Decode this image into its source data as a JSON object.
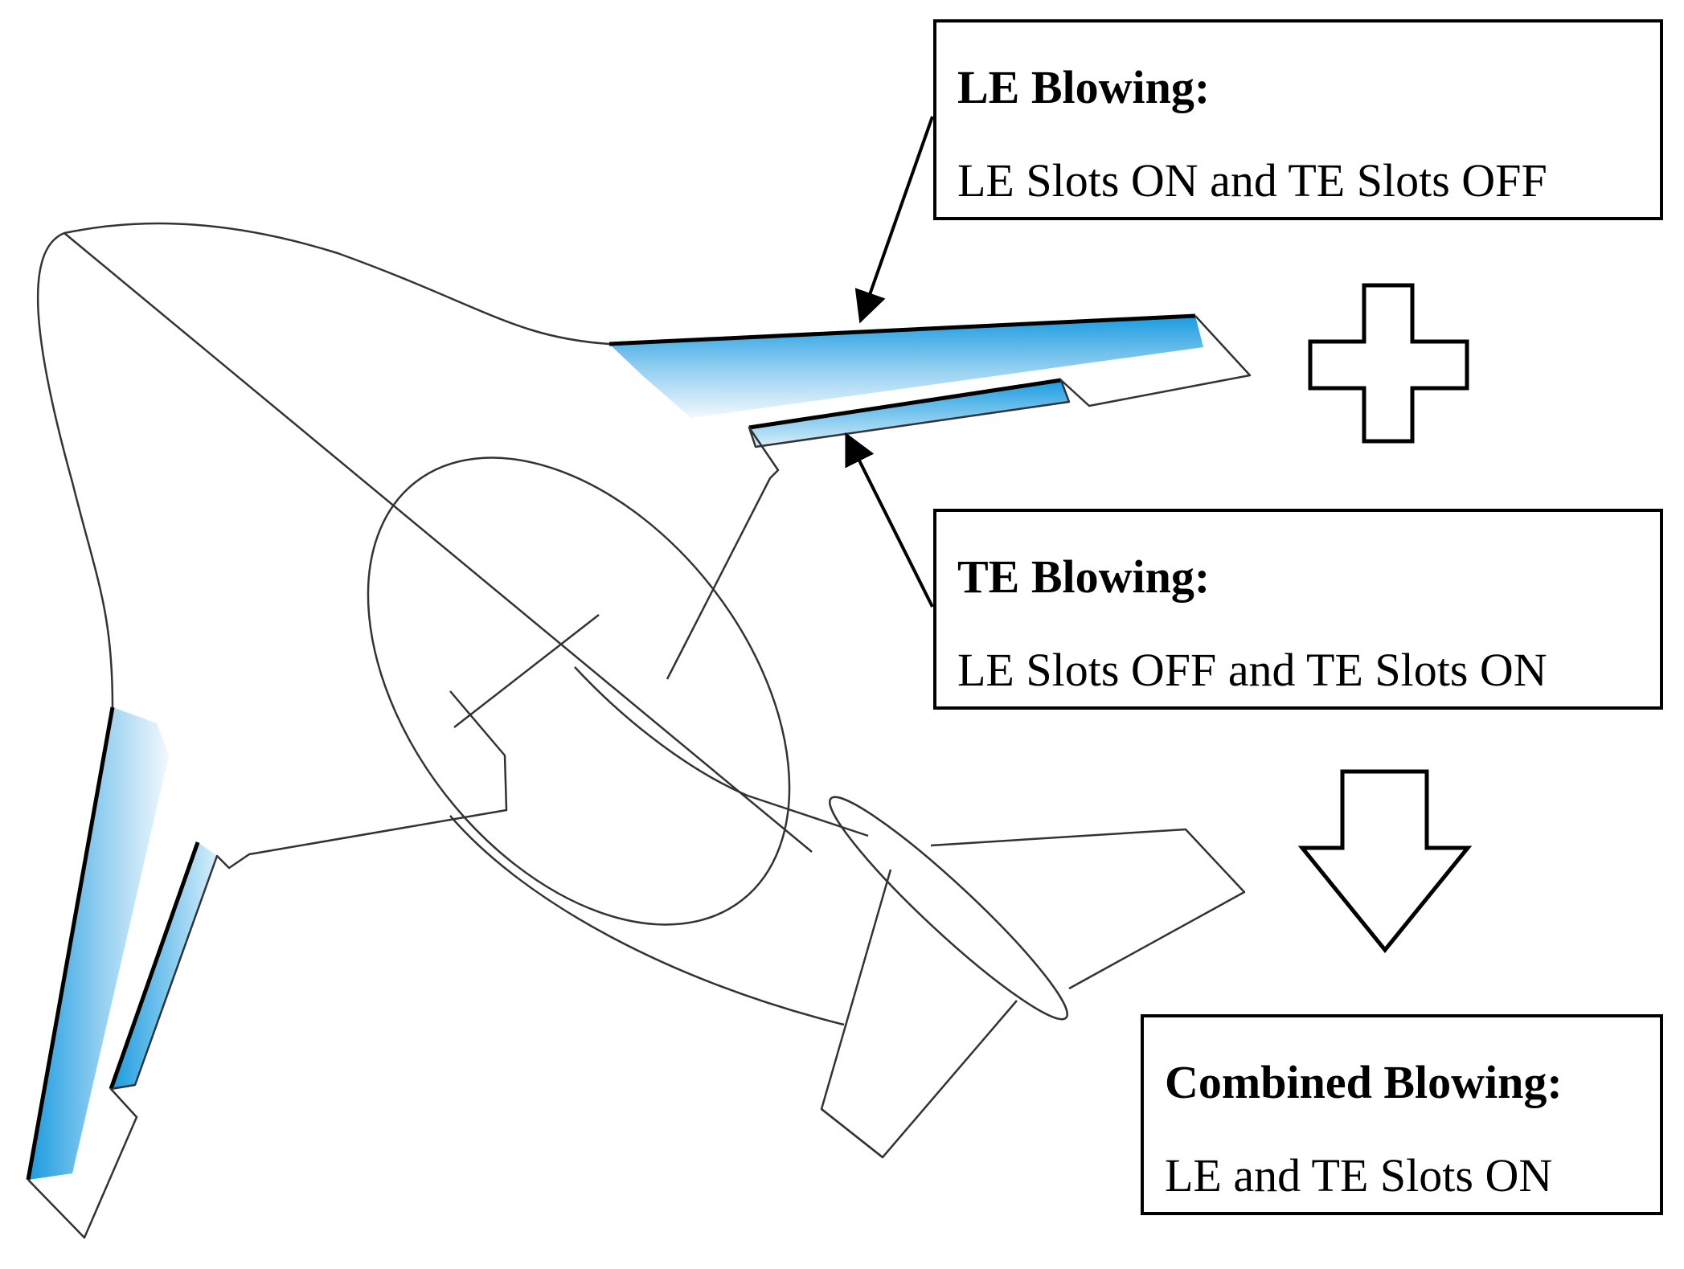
{
  "le_box": {
    "title": "LE Blowing:",
    "description": "LE Slots ON and TE Slots OFF"
  },
  "te_box": {
    "title": "TE Blowing:",
    "description": "LE Slots OFF and TE Slots ON"
  },
  "combined_box": {
    "title": "Combined Blowing:",
    "description": "LE and TE Slots ON"
  },
  "colors": {
    "slot_blue": "#1a9be0",
    "outline": "#333333",
    "box_border": "#000000"
  },
  "symbols": [
    "plus-icon",
    "down-arrow-icon"
  ]
}
